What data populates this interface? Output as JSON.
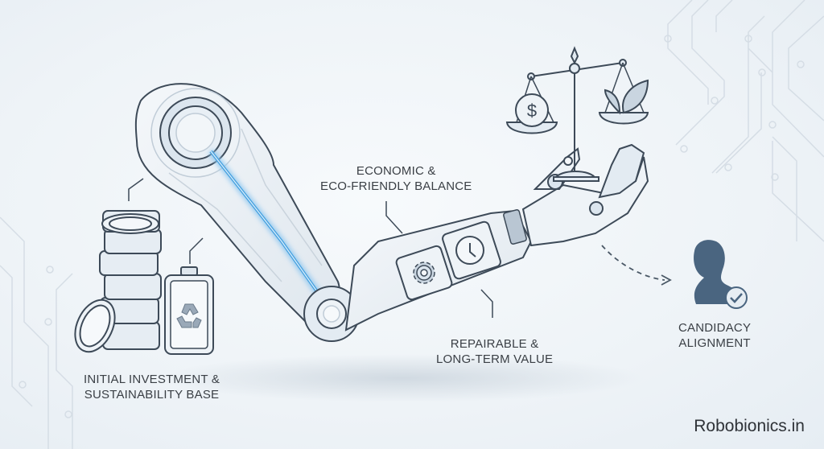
{
  "infographic": {
    "labels": {
      "initial_investment": [
        "INITIAL INVESTMENT &",
        "SUSTAINABILITY BASE"
      ],
      "economic_balance": [
        "ECONOMIC &",
        "ECO-FRIENDLY BALANCE"
      ],
      "repairable_value": [
        "REPAIRABLE &",
        "LONG-TERM VALUE"
      ],
      "candidacy": [
        "CANDIDACY",
        "ALIGNMENT"
      ]
    },
    "brand": "Robobionics.in",
    "icons": {
      "scale_left": "$",
      "scale_right": "leaf-icon",
      "battery": "recycle-icon",
      "panel_1": "gear-icon",
      "panel_2": "clock-icon",
      "person": "person-check-icon"
    },
    "colors": {
      "outline": "#3d4a58",
      "accent_blue": "#4aa3e0",
      "fill_light": "#e3ebf2",
      "person": "#4a6580",
      "circuit": "#d5dde5"
    }
  }
}
